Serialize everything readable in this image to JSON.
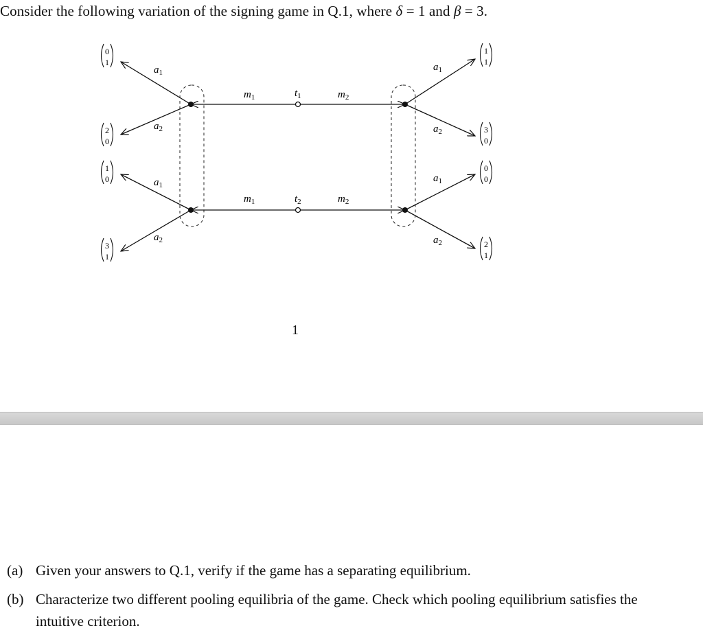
{
  "intro": {
    "prefix": "Consider the following variation of the signing game in Q.1, where ",
    "delta_symbol": "δ",
    "delta_eq": " = 1 and ",
    "beta_symbol": "β",
    "beta_eq": " = 3."
  },
  "tree": {
    "types": {
      "t1": "t",
      "t1_sub": "1",
      "t2": "t",
      "t2_sub": "2"
    },
    "messages": {
      "m1": "m",
      "m1_sub": "1",
      "m2": "m",
      "m2_sub": "2"
    },
    "actions": {
      "a1": "a",
      "a1_sub": "1",
      "a2": "a",
      "a2_sub": "2"
    },
    "payoffs": {
      "left_top_a1": [
        "0",
        "1"
      ],
      "left_top_a2": [
        "2",
        "0"
      ],
      "left_bottom_a1": [
        "1",
        "0"
      ],
      "left_bottom_a2": [
        "3",
        "1"
      ],
      "right_top_a1": [
        "1",
        "1"
      ],
      "right_top_a2": [
        "3",
        "0"
      ],
      "right_bottom_a1": [
        "0",
        "0"
      ],
      "right_bottom_a2": [
        "2",
        "1"
      ]
    }
  },
  "page_number": "1",
  "questions": [
    {
      "label": "(a)",
      "text": "Given your answers to Q.1, verify if the game has a separating equilibrium."
    },
    {
      "label": "(b)",
      "text": "Characterize two different pooling equilibria of the game. Check which pooling equilibrium satisfies the intuitive criterion."
    }
  ]
}
